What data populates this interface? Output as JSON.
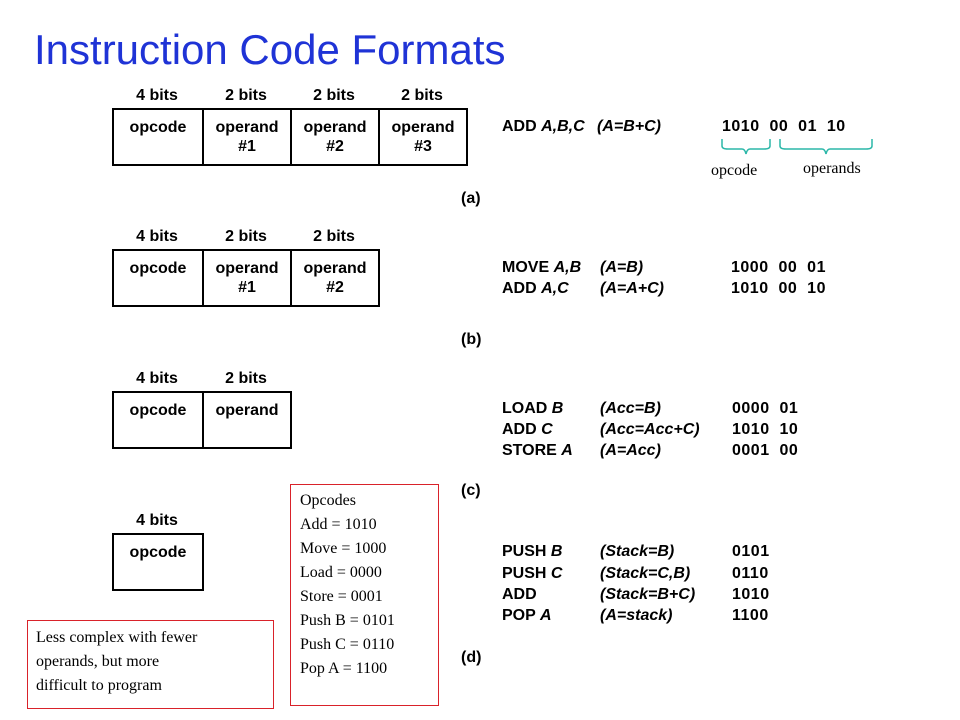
{
  "title": "Instruction Code Formats",
  "format_a": {
    "bits": [
      "4 bits",
      "2 bits",
      "2 bits",
      "2 bits"
    ],
    "fields": [
      [
        "opcode"
      ],
      [
        "operand",
        "#1"
      ],
      [
        "operand",
        "#2"
      ],
      [
        "operand",
        "#3"
      ]
    ],
    "label": "(a)",
    "instructions": [
      {
        "op": "ADD",
        "args": "A,B,C",
        "eq": "(A=B+C)",
        "code": "1010  00  01  10"
      }
    ],
    "brace_labels": {
      "opcode": "opcode",
      "operands": "operands"
    }
  },
  "format_b": {
    "bits": [
      "4 bits",
      "2 bits",
      "2 bits"
    ],
    "fields": [
      [
        "opcode"
      ],
      [
        "operand",
        "#1"
      ],
      [
        "operand",
        "#2"
      ]
    ],
    "label": "(b)",
    "instructions": [
      {
        "op": "MOVE",
        "args": "A,B",
        "eq": "(A=B)",
        "code": "1000  00  01"
      },
      {
        "op": "ADD",
        "args": "A,C",
        "eq": "(A=A+C)",
        "code": "1010  00  10"
      }
    ]
  },
  "format_c": {
    "bits": [
      "4 bits",
      "2 bits"
    ],
    "fields": [
      [
        "opcode"
      ],
      [
        "operand"
      ]
    ],
    "label": "(c)",
    "instructions": [
      {
        "op": "LOAD",
        "args": "B",
        "eq": "(Acc=B)",
        "code": "0000  01"
      },
      {
        "op": "ADD",
        "args": "C",
        "eq": "(Acc=Acc+C)",
        "code": "1010  10"
      },
      {
        "op": "STORE",
        "args": "A",
        "eq": "(A=Acc)",
        "code": "0001  00"
      }
    ]
  },
  "format_d": {
    "bits": [
      "4 bits"
    ],
    "fields": [
      [
        "opcode"
      ]
    ],
    "label": "(d)",
    "instructions": [
      {
        "op": "PUSH",
        "args": "B",
        "eq": "(Stack=B)",
        "code": "0101"
      },
      {
        "op": "PUSH",
        "args": "C",
        "eq": "(Stack=C,B)",
        "code": "0110"
      },
      {
        "op": "ADD",
        "args": "",
        "eq": "(Stack=B+C)",
        "code": "1010"
      },
      {
        "op": "POP",
        "args": "A",
        "eq": "(A=stack)",
        "code": "1100"
      }
    ]
  },
  "opcodes_box": {
    "heading": "Opcodes",
    "lines": [
      "Add = 1010",
      "Move = 1000",
      "Load = 0000",
      "Store = 0001",
      "Push B = 0101",
      "Push C = 0110",
      "Pop A = 1100"
    ]
  },
  "note_box": {
    "lines": [
      "Less complex with fewer",
      "operands, but more",
      "difficult to program"
    ]
  },
  "colors": {
    "title": "#1f33d6",
    "box_border": "#d9222a",
    "brace": "#2bb7a8"
  }
}
